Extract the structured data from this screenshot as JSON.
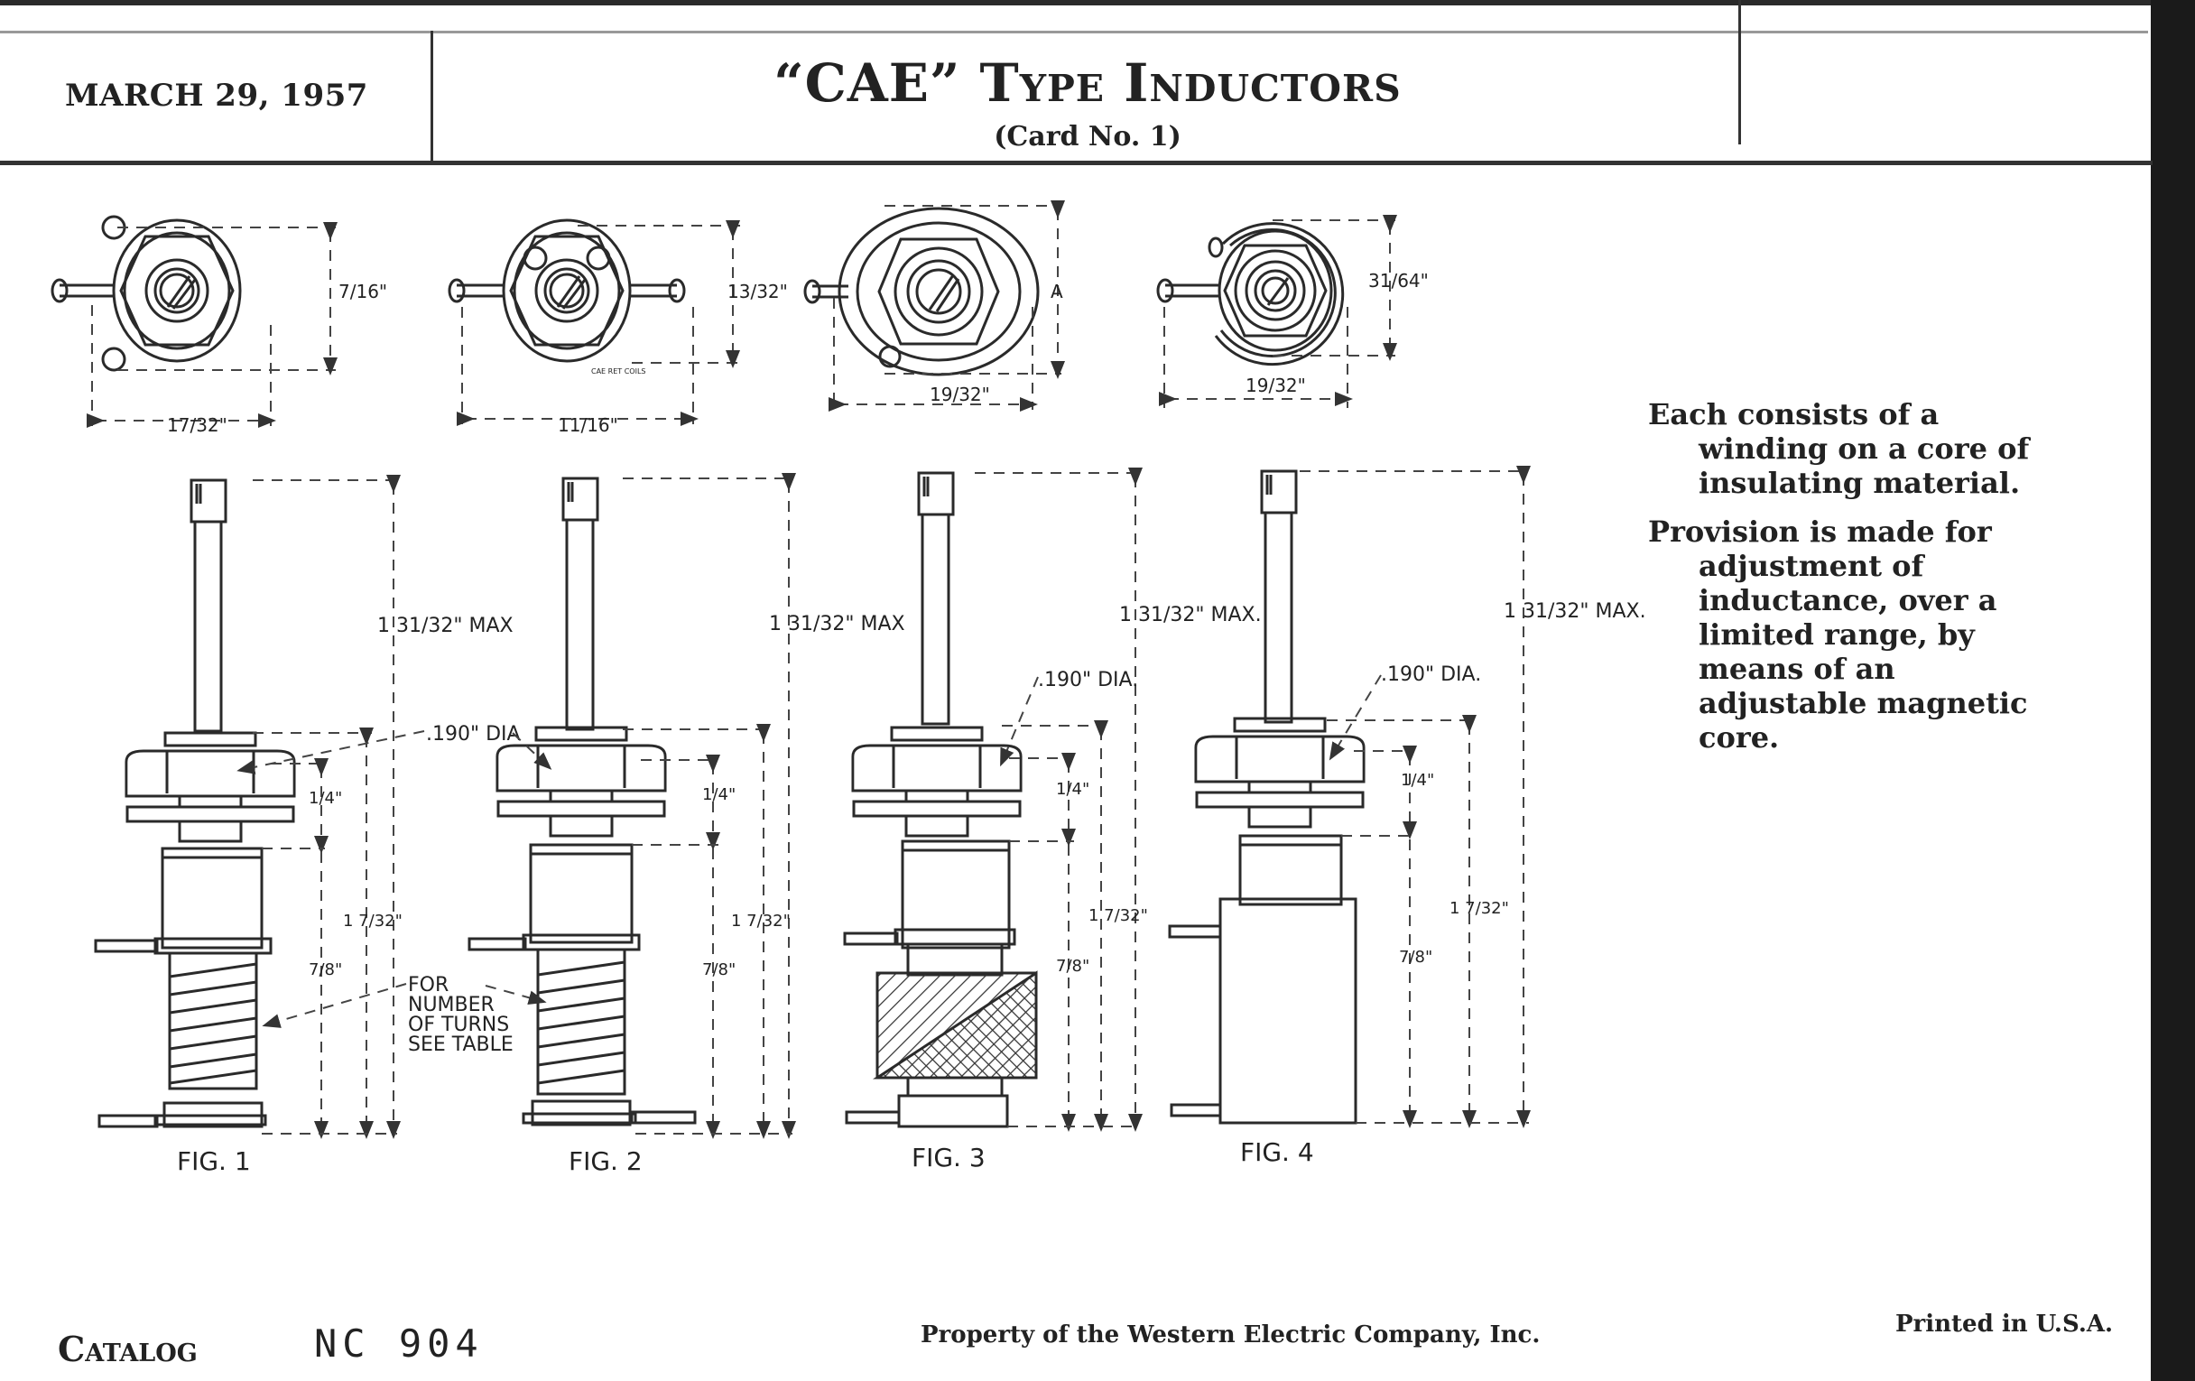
{
  "header": {
    "date": "MARCH 29, 1957",
    "title": "“CAE” Type Inductors",
    "subtitle": "(Card No. 1)"
  },
  "description": {
    "paragraphs": [
      "Each consists of a winding on a core of insulating material.",
      "Provision is made for adjustment of inductance, over a limited range, by means of an adjustable magnetic core."
    ]
  },
  "figures": [
    {
      "label": "FIG. 1",
      "top_view": {
        "height_dim": "7/16\"",
        "width_dim": "17/32\""
      },
      "side_view": {
        "overall_dim": "1 31/32\" MAX",
        "diameter_note": ".190\" DIA",
        "bushing_dim": "1/4\"",
        "body_dim": "1 7/32\"",
        "coil_dim": "7/8\""
      },
      "note": [
        "FOR",
        "NUMBER",
        "OF TURNS",
        "SEE TABLE"
      ]
    },
    {
      "label": "FIG. 2",
      "top_view": {
        "height_dim": "13/32\"",
        "width_dim": "11/16\"",
        "stamp": "CAE RET COILS"
      },
      "side_view": {
        "overall_dim": "1 31/32\" MAX",
        "bushing_dim": "1/4\"",
        "body_dim": "1 7/32\"",
        "coil_dim": "7/8\""
      }
    },
    {
      "label": "FIG. 3",
      "top_view": {
        "height_dim": "A",
        "width_dim": "19/32\""
      },
      "side_view": {
        "overall_dim": "1 31/32\" MAX.",
        "diameter_note": ".190\" DIA.",
        "bushing_dim": "1/4\"",
        "body_dim": "1 7/32\"",
        "coil_dim": "7/8\""
      }
    },
    {
      "label": "FIG. 4",
      "top_view": {
        "height_dim": "31/64\"",
        "width_dim": "19/32\""
      },
      "side_view": {
        "overall_dim": "1 31/32\" MAX.",
        "diameter_note": ".190\" DIA.",
        "bushing_dim": "1/4\"",
        "body_dim": "1 7/32\"",
        "coil_dim": "7/8\""
      }
    }
  ],
  "footer": {
    "catalog_label": "Catalog",
    "catalog_number": "NC 904",
    "property": "Property of the Western Electric Company, Inc.",
    "printed": "Printed in U.S.A."
  }
}
